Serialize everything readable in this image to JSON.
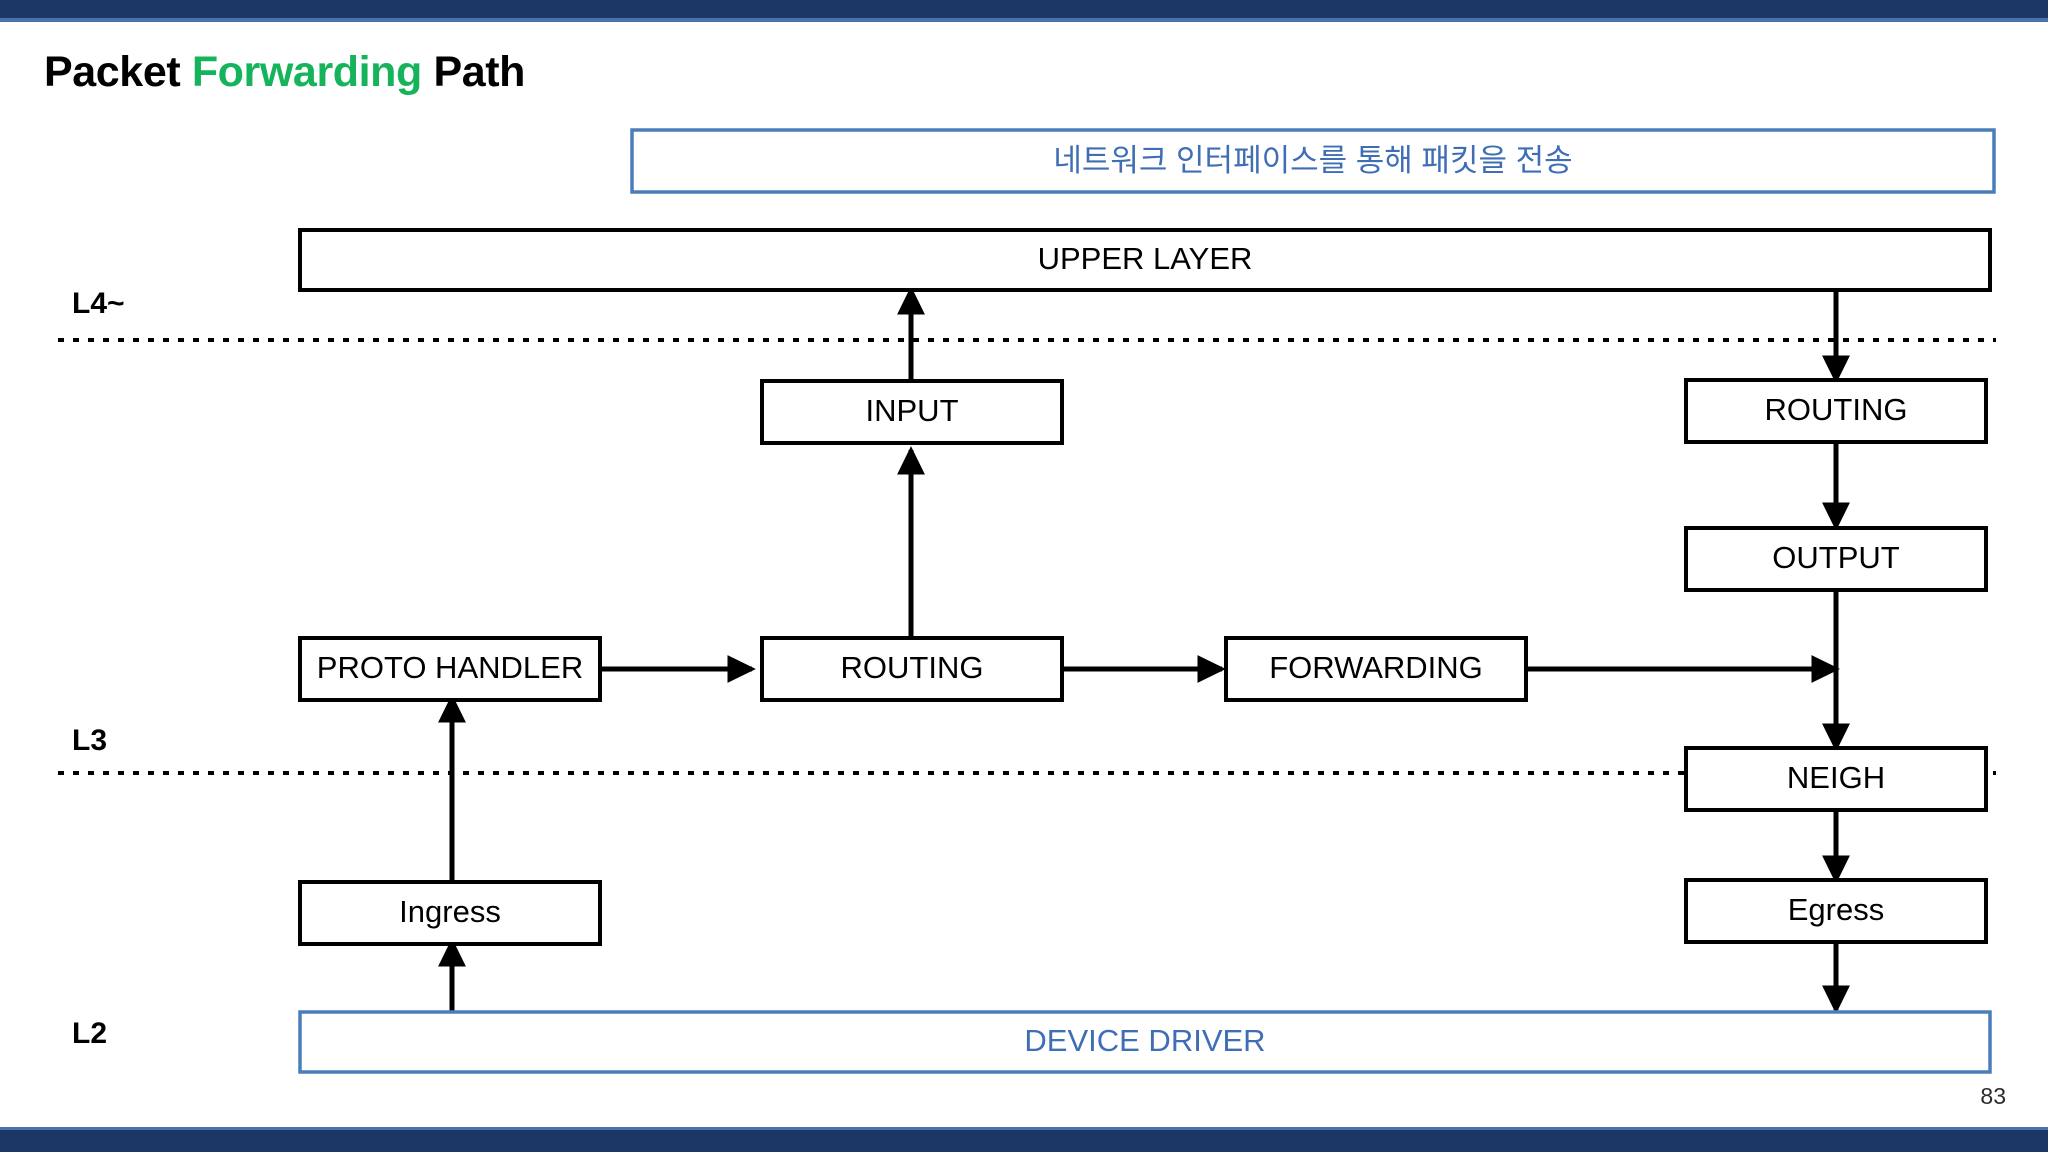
{
  "slide": {
    "title_part1": "Packet ",
    "title_accent": "Forwarding",
    "title_part2": " Path",
    "page_number": "83",
    "accent_color": "#16b45a",
    "bar_color": "#1b3864",
    "bar_accent_color": "#4a73ad"
  },
  "callout": {
    "text": "네트워크 인터페이스를 통해 패킷을 전송",
    "color": "#3f6eb5"
  },
  "layers": [
    {
      "label": "L4~"
    },
    {
      "label": "L3"
    },
    {
      "label": "L2"
    }
  ],
  "boxes": {
    "upper_layer": "UPPER LAYER",
    "input": "INPUT",
    "routing_right": "ROUTING",
    "output": "OUTPUT",
    "proto_handler": "PROTO HANDLER",
    "routing_mid": "ROUTING",
    "forwarding": "FORWARDING",
    "neigh": "NEIGH",
    "ingress": "Ingress",
    "egress": "Egress",
    "device_driver": "DEVICE DRIVER"
  },
  "colors": {
    "box_stroke": "#000000",
    "blue_stroke": "#4a7ebb",
    "blue_text": "#3f6eb5"
  }
}
